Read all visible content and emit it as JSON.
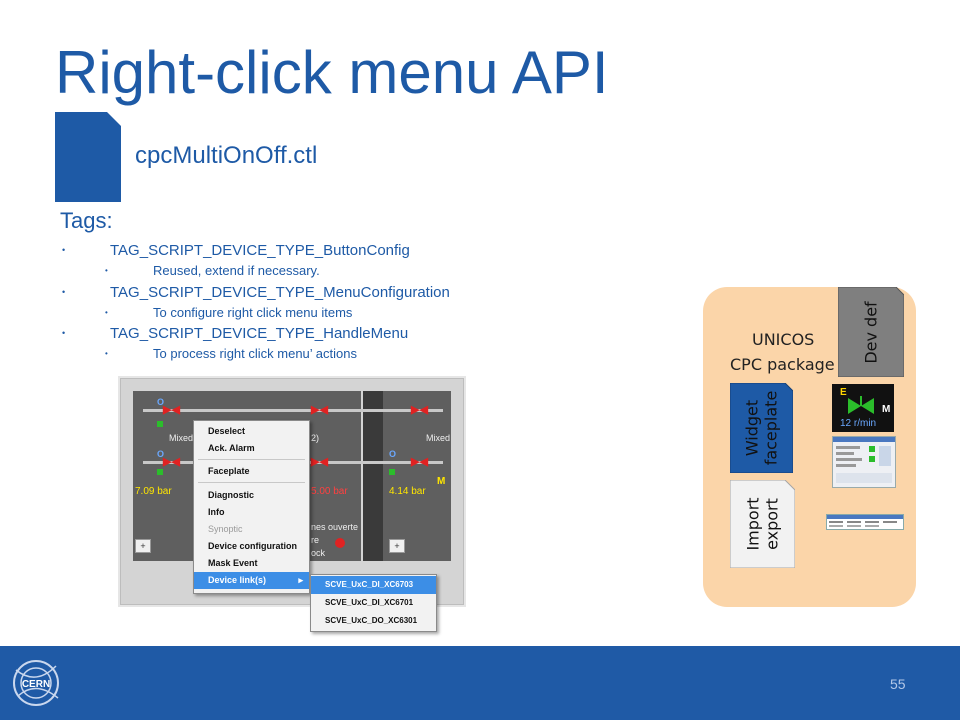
{
  "title": "Right-click menu API",
  "file": {
    "name": "cpcMultiOnOff.ctl"
  },
  "tags": {
    "heading": "Tags:",
    "items": [
      {
        "label": "TAG_SCRIPT_DEVICE_TYPE_ButtonConfig",
        "sub": "Reused, extend if necessary."
      },
      {
        "label": "TAG_SCRIPT_DEVICE_TYPE_MenuConfiguration",
        "sub": "To configure right click menu items"
      },
      {
        "label": "TAG_SCRIPT_DEVICE_TYPE_HandleMenu",
        "sub": "To process right click menu’ actions"
      }
    ]
  },
  "screenshot": {
    "labels": {
      "mixed1": "Mixed",
      "mixed2": "Mixed",
      "num2": "2)",
      "bar1": "7.09 bar",
      "bar2": "5.00 bar",
      "bar3": "4.14 bar",
      "m": "M",
      "warn1": "nes ouverte",
      "warn2": "re",
      "warn3": "ock"
    },
    "context_menu": {
      "items": [
        "Deselect",
        "Ack. Alarm",
        "Faceplate",
        "Diagnostic",
        "Info",
        "Synoptic",
        "Device configuration",
        "Mask Event",
        "Device link(s)"
      ],
      "arrow": "▸"
    },
    "submenu": {
      "items": [
        "SCVE_UxC_DI_XC6703",
        "SCVE_UxC_DI_XC6701",
        "SCVE_UxC_DO_XC6301"
      ]
    }
  },
  "unicos": {
    "line1": "UNICOS",
    "line2": "CPC package",
    "dev_def": "Dev def",
    "widget": [
      "Widget",
      "faceplate"
    ],
    "import": [
      "Import",
      "export"
    ],
    "widget_icon": {
      "e": "E",
      "m": "M",
      "speed": "12 r/min"
    }
  },
  "footer": {
    "logo_text": "CERN",
    "page": "55"
  },
  "colors": {
    "brand_blue": "#1e5aa6",
    "footer_blue": "#1f5aa6",
    "unicos_bg": "#fbd5a9",
    "tab_gray": "#7f7f7f",
    "tab_white": "#f2f2f2"
  }
}
